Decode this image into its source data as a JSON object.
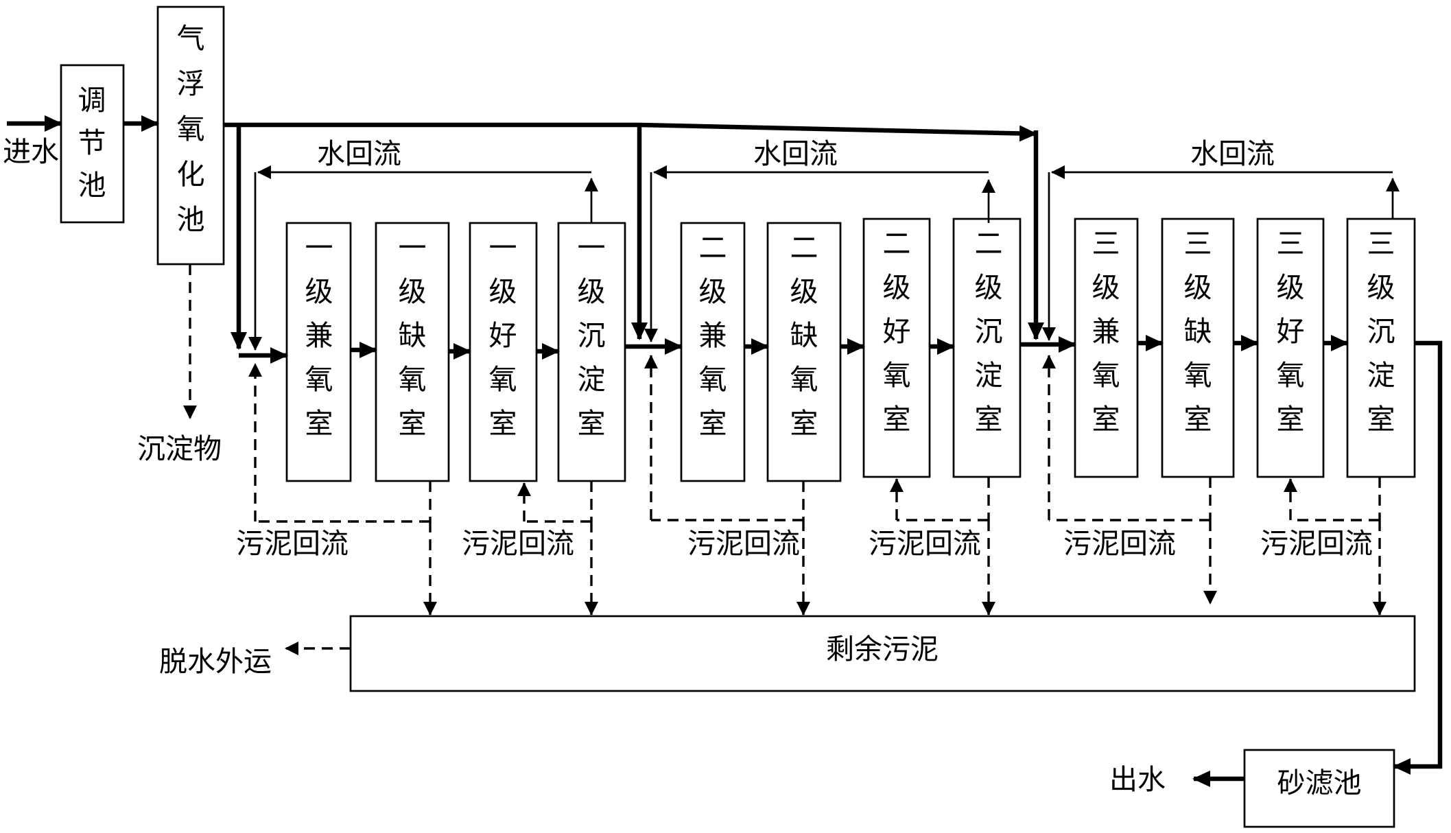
{
  "labels": {
    "inlet": "进水",
    "regulating_tank": "调节池",
    "air_flotation_tank": "气浮氧化池",
    "sediment": "沉淀物",
    "water_reflux": "水回流",
    "sludge_reflux": "污泥回流",
    "excess_sludge": "剩余污泥",
    "dewater_transport": "脱水外运",
    "sand_filter": "砂滤池",
    "outlet": "出水"
  },
  "stages": [
    {
      "chambers": [
        {
          "text": "一级兼氧室"
        },
        {
          "text": "一级缺氧室"
        },
        {
          "text": "一级好氧室"
        },
        {
          "text": "一级沉淀室"
        }
      ]
    },
    {
      "chambers": [
        {
          "text": "二级兼氧室"
        },
        {
          "text": "二级缺氧室"
        },
        {
          "text": "二级好氧室"
        },
        {
          "text": "二级沉淀室"
        }
      ]
    },
    {
      "chambers": [
        {
          "text": "三级兼氧室"
        },
        {
          "text": "三级缺氧室"
        },
        {
          "text": "三级好氧室"
        },
        {
          "text": "三级沉淀室"
        }
      ]
    }
  ]
}
